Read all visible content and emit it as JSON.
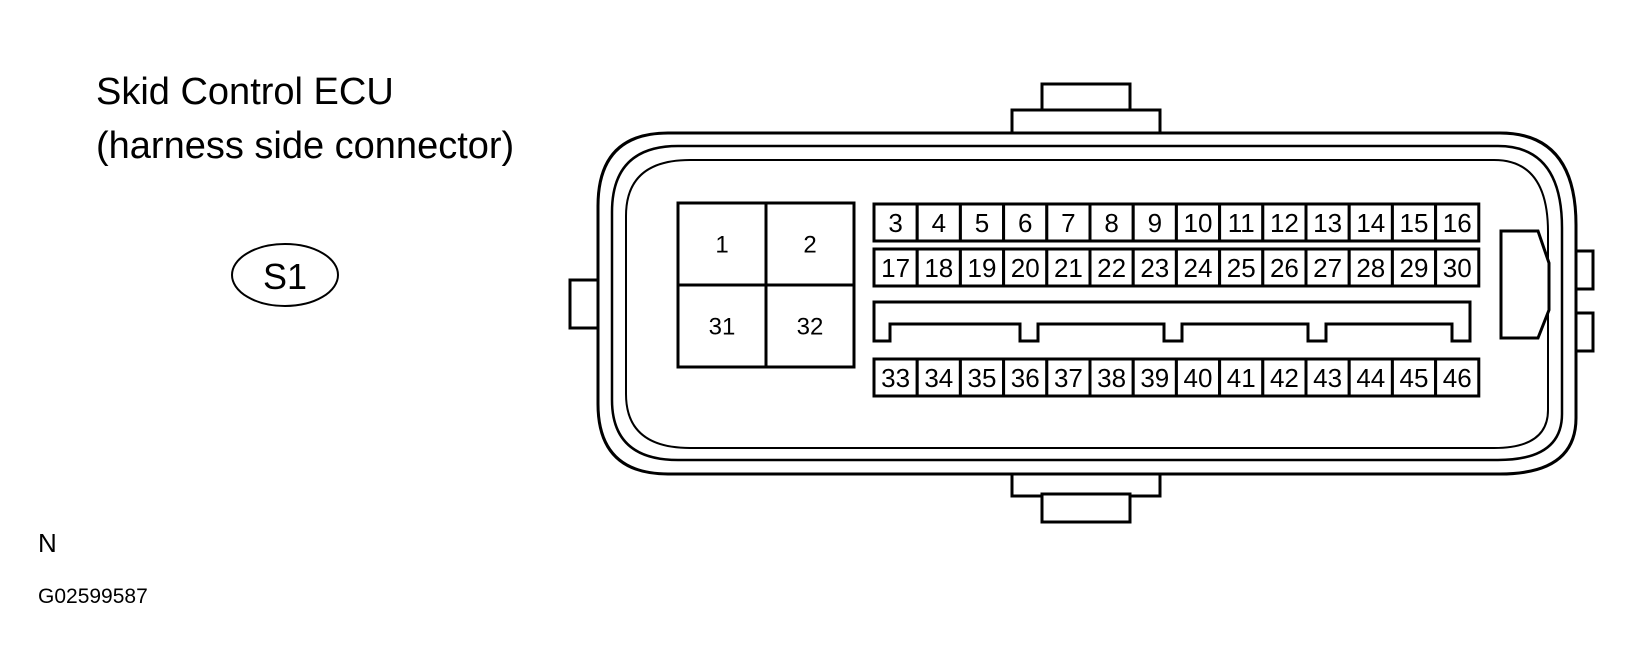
{
  "title": {
    "line1": "Skid Control ECU",
    "line2": "(harness side connector)"
  },
  "connector": {
    "code": "S1",
    "large_terminals_top": [
      "1",
      "2"
    ],
    "large_terminals_bottom": [
      "31",
      "32"
    ],
    "row1": [
      "3",
      "4",
      "5",
      "6",
      "7",
      "8",
      "9",
      "10",
      "11",
      "12",
      "13",
      "14",
      "15",
      "16"
    ],
    "row2": [
      "17",
      "18",
      "19",
      "20",
      "21",
      "22",
      "23",
      "24",
      "25",
      "26",
      "27",
      "28",
      "29",
      "30"
    ],
    "row3": [
      "33",
      "34",
      "35",
      "36",
      "37",
      "38",
      "39",
      "40",
      "41",
      "42",
      "43",
      "44",
      "45",
      "46"
    ]
  },
  "footer": {
    "letter": "N",
    "figure_id": "G02599587"
  }
}
